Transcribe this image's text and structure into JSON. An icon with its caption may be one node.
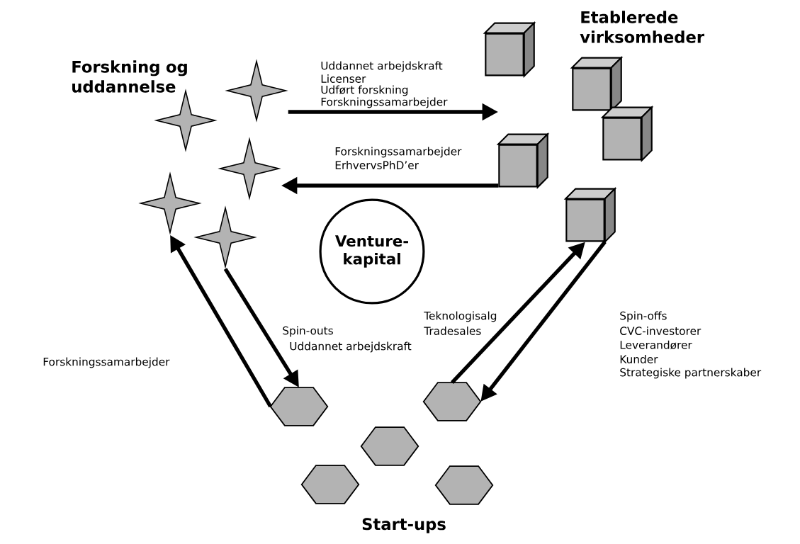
{
  "diagram": {
    "nodes": [
      {
        "text": [],
        "shape": "star"
      },
      {
        "text": [],
        "shape": "star"
      },
      {
        "text": [],
        "shape": "star"
      },
      {
        "text": [],
        "shape": "star"
      },
      {
        "text": [],
        "shape": "star"
      },
      {
        "text": [],
        "shape": "cube"
      },
      {
        "text": [],
        "shape": "cube"
      },
      {
        "text": [],
        "shape": "cube"
      },
      {
        "text": [],
        "shape": "cube"
      },
      {
        "text": [],
        "shape": "cube"
      },
      {
        "text": [
          "Venture-kapital"
        ]
      },
      {
        "text": [],
        "shape": "hexagon"
      },
      {
        "text": [],
        "shape": "hexagon"
      },
      {
        "text": [],
        "shape": "hexagon"
      },
      {
        "text": [],
        "shape": "hexagon"
      },
      {
        "text": [],
        "shape": "hexagon"
      }
    ],
    "edges": [
      {
        "from": 1,
        "to": 8,
        "arrow": "to"
      },
      {
        "from": 8,
        "to": 2,
        "arrow": "to"
      },
      {
        "from": 4,
        "to": 12,
        "arrow": "to"
      },
      {
        "from": 12,
        "to": 3,
        "arrow": "to"
      },
      {
        "from": 11,
        "to": 9,
        "arrow": "to"
      },
      {
        "from": 9,
        "to": 11,
        "arrow": "to"
      }
    ],
    "labels": [
      "Forskning og uddannelse",
      "Etablerede virksomheder",
      "Uddannet arbejdskraft",
      "Licenser",
      "Udført forskning",
      "Forskningssamarbejder",
      "Forskningssamarbejder",
      "ErhvervsPhD’er",
      "Spin-outs",
      "Uddannet arbejdskraft",
      "Teknologisalg",
      "Tradesales",
      "Spin-offs",
      "CVC-investorer",
      "Leverandører",
      "Kunder",
      "Strategiske partnerskaber",
      "Forskningssamarbejder",
      "Start-ups"
    ]
  }
}
